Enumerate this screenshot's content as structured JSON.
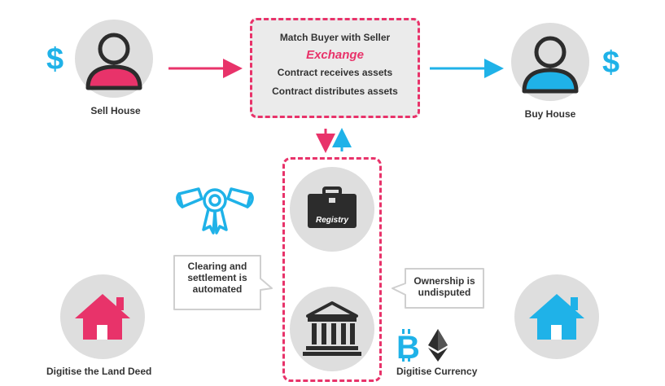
{
  "colors": {
    "pink": "#e8336a",
    "blue": "#1fb2e8",
    "dark": "#2c2c2c",
    "circle_bg": "#dedede"
  },
  "seller": {
    "label": "Sell House",
    "dollar": "$",
    "icon": "person-icon"
  },
  "buyer": {
    "label": "Buy House",
    "dollar": "$",
    "icon": "person-icon"
  },
  "exchange_box": {
    "line1": "Match Buyer with Seller",
    "title": "Exchange",
    "line2": "Contract receives assets",
    "line3": "Contract distributes assets"
  },
  "registry": {
    "label": "Registry",
    "icon": "briefcase-icon"
  },
  "bank": {
    "icon": "bank-icon"
  },
  "callouts": {
    "clearing": [
      "Clearing and",
      "settlement is",
      "automated"
    ],
    "ownership": [
      "Ownership is",
      "undisputed"
    ]
  },
  "bottom": {
    "land_deed_label": "Digitise the Land Deed",
    "currency_label": "Digitise Currency",
    "currency_icons": [
      "bitcoin-icon",
      "ethereum-icon"
    ]
  },
  "certificate": {
    "icon": "certificate-ribbon-icon"
  }
}
